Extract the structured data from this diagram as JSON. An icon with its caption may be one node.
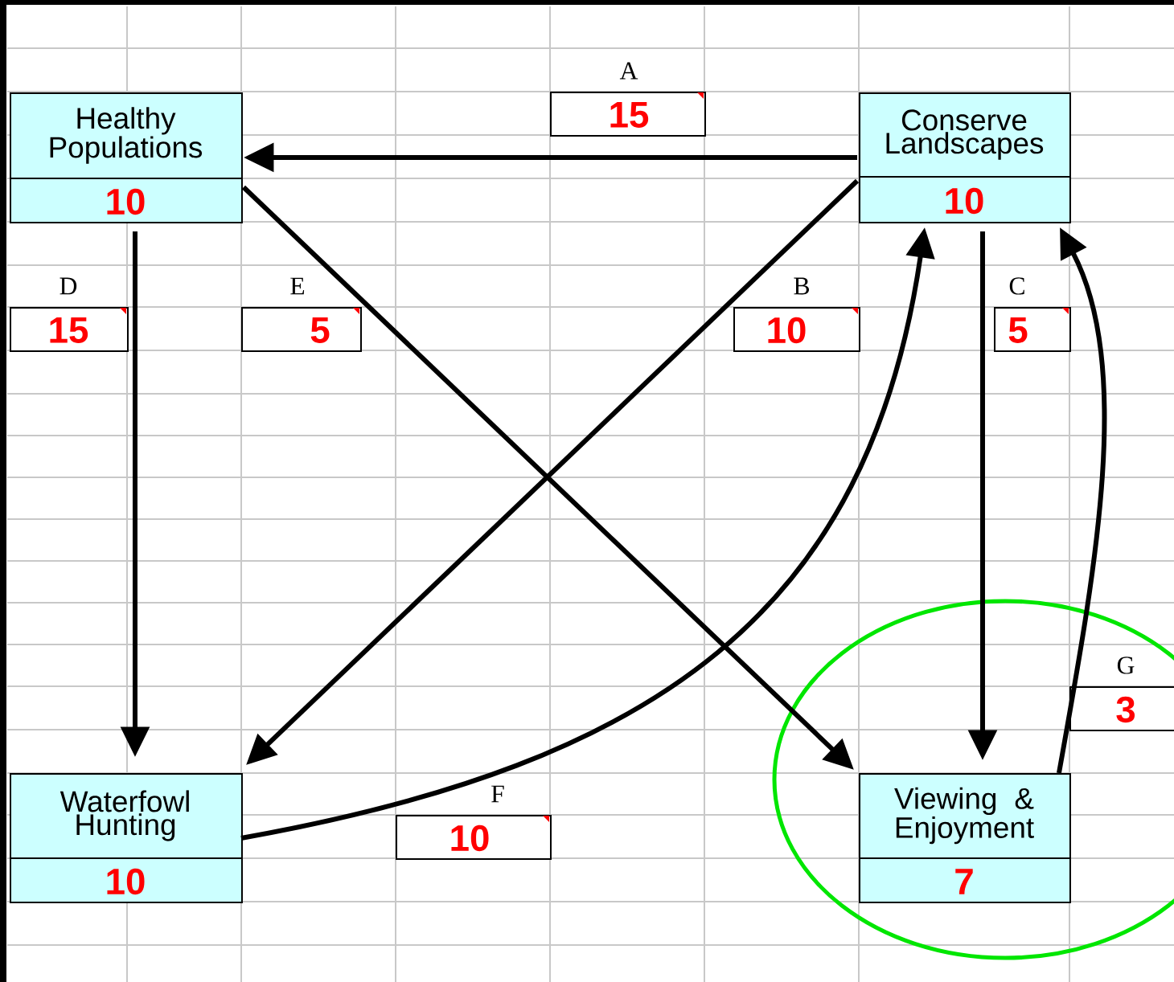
{
  "diagram": {
    "nodes": [
      {
        "text": [
          "Healthy Populations",
          "10"
        ]
      },
      {
        "text": [
          "A",
          "15"
        ]
      },
      {
        "text": [
          "Conserve Landscapes",
          "10"
        ]
      },
      {
        "text": [
          "D",
          "15"
        ]
      },
      {
        "text": [
          "E",
          "5"
        ]
      },
      {
        "text": [
          "B",
          "10"
        ]
      },
      {
        "text": [
          "C",
          "5"
        ]
      },
      {
        "text": [
          "G",
          "3"
        ]
      },
      {
        "text": [
          "Waterfowl Hunting",
          "10"
        ]
      },
      {
        "text": [
          "F",
          "10"
        ]
      },
      {
        "text": [
          "Viewing & Enjoyment",
          "7"
        ]
      }
    ],
    "edges": [
      {
        "from": 2,
        "to": 0,
        "arrow": "to"
      },
      {
        "from": 0,
        "to": 8,
        "arrow": "to"
      },
      {
        "from": 0,
        "to": 10,
        "arrow": "to"
      },
      {
        "from": 2,
        "to": 8,
        "arrow": "to"
      },
      {
        "from": 2,
        "to": 10,
        "arrow": "to"
      },
      {
        "from": 8,
        "to": 2,
        "arrow": "to"
      },
      {
        "from": 10,
        "to": 2,
        "arrow": "to"
      }
    ]
  }
}
